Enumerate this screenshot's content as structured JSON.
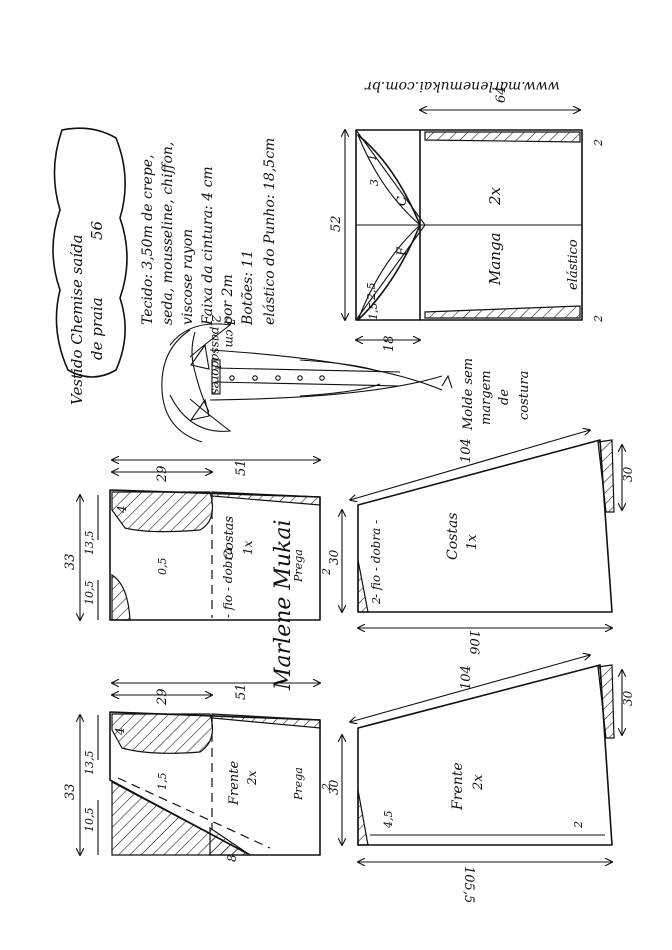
{
  "title": {
    "line1": "Vestido Chemise saída",
    "line2": "de praia",
    "size": "56"
  },
  "website": "www.marlenemukai.com.br",
  "materials": {
    "fabric": "Tecido: 3,50m de crepe,",
    "fabric2": "seda, mousseline, chiffon,",
    "fabric3": "viscose rayon",
    "waist": "Faixa da cintura: 4 cm",
    "waist2": "por 2m",
    "buttons": "Botões: 11",
    "elastic": "elástico do Punho: 18,5cm"
  },
  "garment_note": {
    "line1": "2 passadores",
    "line2": "5 cm"
  },
  "sleeve": {
    "width": "52",
    "height_left": "18",
    "top_right": "64",
    "label": "Manga",
    "count": "2x",
    "elastic": "elástico",
    "front": "F",
    "back": "C",
    "m1": "1",
    "m3": "3",
    "m25": "2,5",
    "m15": "1,5",
    "corner_top": "2",
    "corner_bottom": "2"
  },
  "note": {
    "l1": "Molde sem",
    "l2": "margem",
    "l3": "de",
    "l4": "costura"
  },
  "back_bodice": {
    "width": "33",
    "neck": "10,5",
    "shoulder": "13,5",
    "m4": "4",
    "m05": "0,5",
    "depth": "29",
    "length": "51",
    "label": "Costas",
    "count": "1x",
    "pleat": "Prega",
    "pleat_w": "2",
    "fold": "- fio - dobra"
  },
  "back_skirt": {
    "length": "104",
    "width": "106",
    "m30a": "30",
    "m30b": "30",
    "label": "Costas",
    "count": "1x",
    "m2": "2",
    "fold": "- fio - dobra -"
  },
  "front_bodice": {
    "width": "33",
    "neck": "10,5",
    "shoulder": "13,5",
    "m4": "4",
    "m15": "1,5",
    "depth": "29",
    "length": "51",
    "label": "Frente",
    "count": "2x",
    "pleat": "Prega",
    "pleat_w": "2",
    "m8": "8"
  },
  "front_skirt": {
    "length": "104",
    "width": "105,5",
    "m30a": "30",
    "m30b": "30",
    "label": "Frente",
    "count": "2x",
    "m45": "4,5",
    "m2": "2"
  },
  "signature": "Marlene Mukai"
}
